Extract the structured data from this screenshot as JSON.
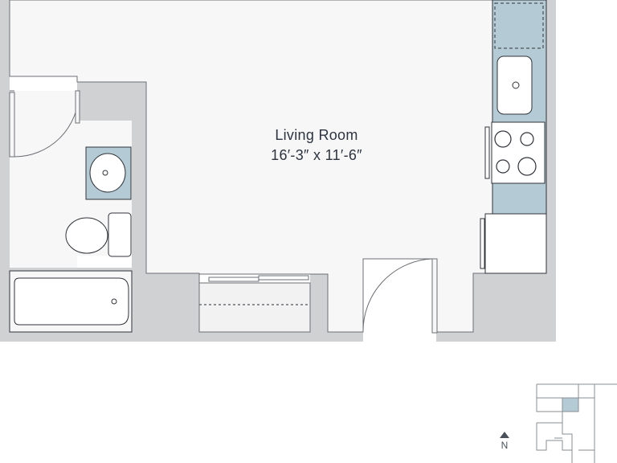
{
  "room": {
    "name": "Living Room",
    "dimensions": "16′-3″ x 11′-6″"
  },
  "compass": {
    "label": "N"
  },
  "colors": {
    "wall": "#cfd1d3",
    "wall_edge": "#6b6f74",
    "floor": "#f7f7f7",
    "fixture": "#b4cbd6",
    "fixture_edge": "#2f3338",
    "highlight_unit": "#b4cbd6"
  },
  "icons": {
    "compass": "north-arrow-icon"
  }
}
